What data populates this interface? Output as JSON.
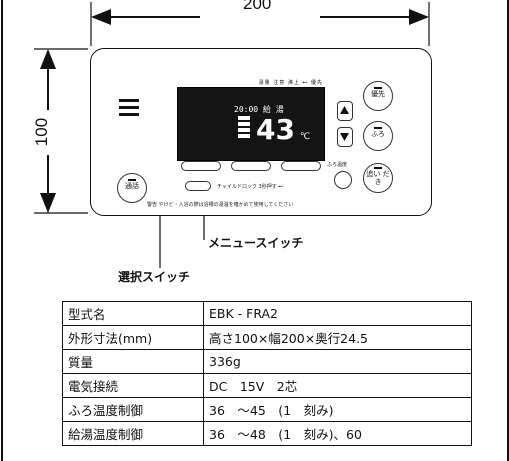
{
  "dimensions": {
    "width": "200",
    "height": "100"
  },
  "device": {
    "display_indicators": "湯量 注意 沸上 ⊷ 優先",
    "time": "20:00 給 湯",
    "temperature": "43",
    "unit": "℃",
    "buttons": {
      "priority": "優先",
      "bath": "ふろ",
      "call": "通話",
      "reheat": "追い だき",
      "bath_temp_label": "ふろ温度",
      "lock_label": "チャイルドロック 3秒押す ⊷"
    },
    "notice": "警告 やけど・入浴の際は浴槽の湯温を確かめて使用してください"
  },
  "callouts": {
    "menu_switch": "メニュースイッチ",
    "select_switch": "選択スイッチ"
  },
  "spec_table": [
    {
      "key": "型式名",
      "value": "EBK - FRA2"
    },
    {
      "key": "外形寸法(mm)",
      "value": "高さ100×幅200×奥行24.5"
    },
    {
      "key": "質量",
      "value": "336g"
    },
    {
      "key": "電気接続",
      "value": "DC　15V　2芯"
    },
    {
      "key": "ふろ温度制御",
      "value": "36　～45　(1　刻み)"
    },
    {
      "key": "給湯温度制御",
      "value": "36　～48　(1　刻み)、60"
    }
  ]
}
